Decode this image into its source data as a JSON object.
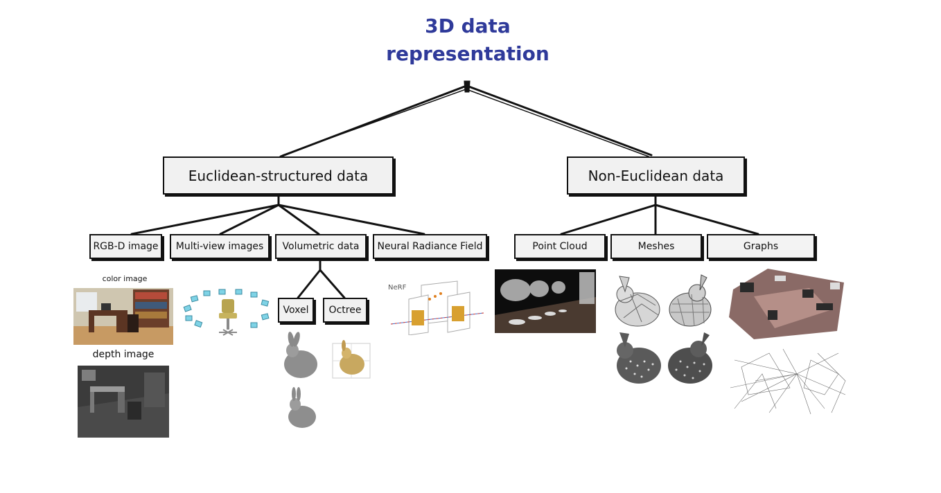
{
  "title_lines": [
    "3D data",
    "representation"
  ],
  "branches": {
    "euclidean": "Euclidean-structured data",
    "non_euclidean": "Non-Euclidean data"
  },
  "euclidean_children": {
    "rgbd": "RGB-D image",
    "multiview": "Multi-view images",
    "volumetric": "Volumetric data",
    "nerf": "Neural Radiance Field"
  },
  "volumetric_children": {
    "voxel": "Voxel",
    "octree": "Octree"
  },
  "non_euclidean_children": {
    "pointcloud": "Point Cloud",
    "meshes": "Meshes",
    "graphs": "Graphs"
  },
  "captions": {
    "color_image": "color image",
    "depth_image": "depth image",
    "nerf_tag": "NeRF"
  },
  "colors": {
    "title": "#2f3a9a",
    "box_fill": "#f1f1f1",
    "border": "#111111"
  }
}
